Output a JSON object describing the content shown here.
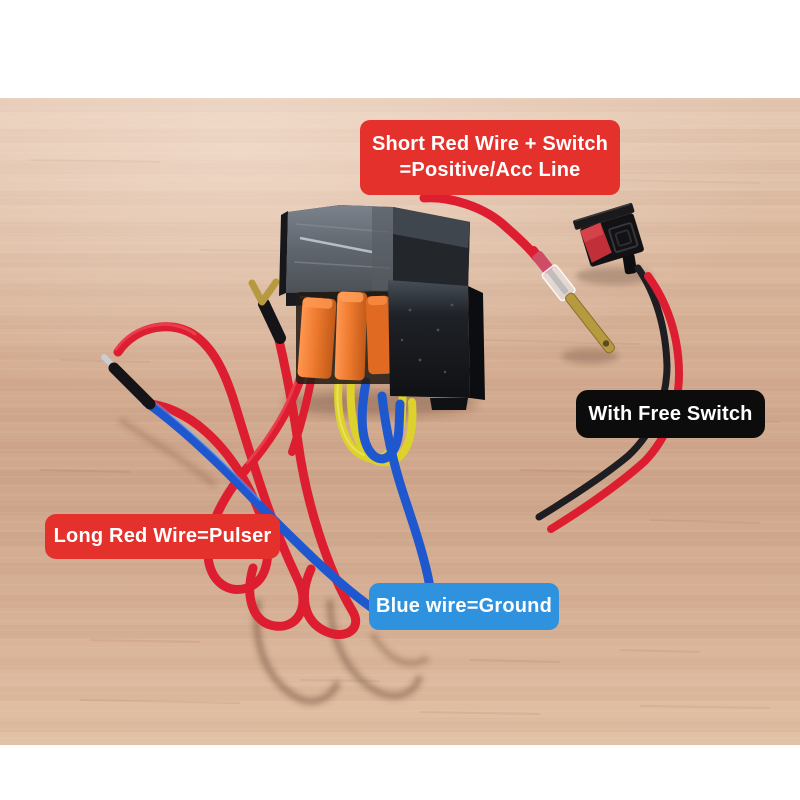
{
  "photo": {
    "labels": {
      "positive_acc": {
        "line1": "Short Red Wire + Switch",
        "line2": "=Positive/Acc Line"
      },
      "free_switch": {
        "text": "With Free Switch"
      },
      "pulser": {
        "text": "Long Red Wire=Pulser"
      },
      "ground": {
        "text": "Blue wire=Ground"
      }
    },
    "colors": {
      "red_label_bg": "#e5312c",
      "blue_label_bg": "#2e92de",
      "black_label_bg": "#0c0c0c",
      "label_text": "#ffffff",
      "red_wire": "#dd1e31",
      "blue_wire": "#1f57cf",
      "yellow_wire": "#ddd12b",
      "orange_connector": "#ee7a2e",
      "relay_body": "#17181b",
      "tape_grey": "#666c74",
      "brass_terminal": "#b79a40",
      "wood_surface": "#d2ac92",
      "background_white": "#ffffff"
    }
  }
}
